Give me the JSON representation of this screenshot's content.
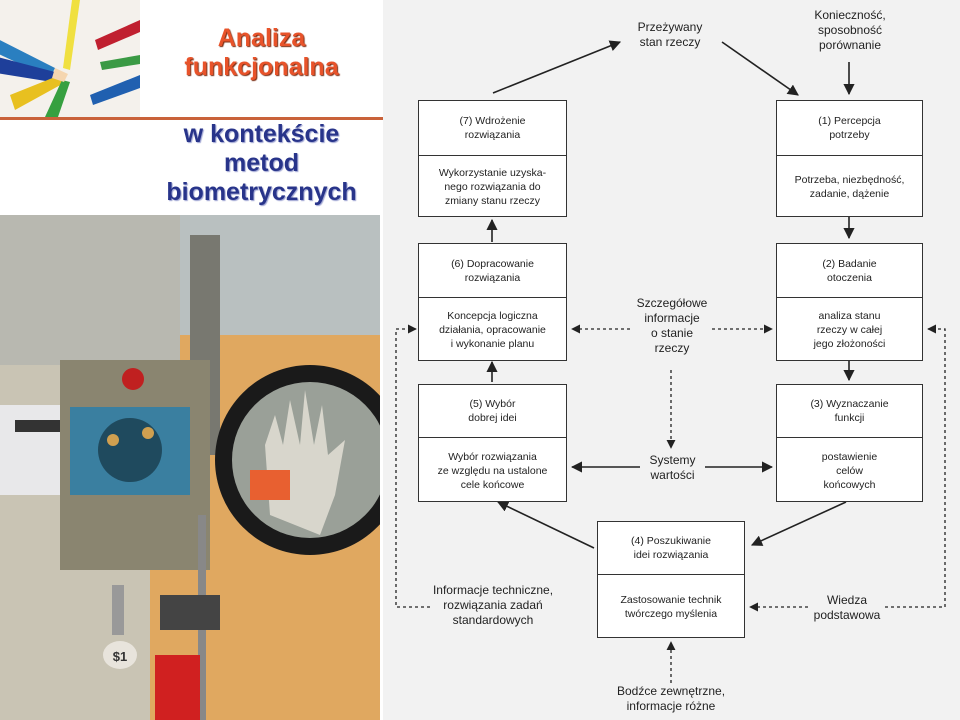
{
  "slide": {
    "title_line1": "Analiza\nfunkcjonalna",
    "title_line2": "w kontekście\nmetod\nbiometrycznych",
    "photo_card_number": "$1"
  },
  "diagram": {
    "boxes": [
      {
        "id": "b1",
        "header": "(1) Percepcja\npotrzeby",
        "body": "Potrzeba, niezbędność,\nzadanie, dążenie"
      },
      {
        "id": "b2",
        "header": "(2) Badanie\notoczenia",
        "body": "analiza stanu\nrzeczy w całej\njego złożoności"
      },
      {
        "id": "b3",
        "header": "(3) Wyznaczanie\nfunkcji",
        "body": "postawienie\ncelów\nkońcowych"
      },
      {
        "id": "b4",
        "header": "(4) Poszukiwanie\nidei rozwiązania",
        "body": "Zastosowanie technik\ntwórczego myślenia"
      },
      {
        "id": "b5",
        "header": "(5) Wybór\ndobrej idei",
        "body": "Wybór rozwiązania\nze względu na ustalone\ncele końcowe"
      },
      {
        "id": "b6",
        "header": "(6) Dopracowanie\nrozwiązania",
        "body": "Koncepcja logiczna\ndziałania, opracowanie\ni wykonanie planu"
      },
      {
        "id": "b7",
        "header": "(7) Wdrożenie\nrozwiązania",
        "body": "Wykorzystanie uzyska-\nnego rozwiązania do\nzmiany stanu rzeczy"
      }
    ],
    "labels": {
      "state_experienced": "Przeżywany\nstan rzeczy",
      "necessity": "Konieczność,\nsposobność\nporównanie",
      "detailed_info": "Szczegółowe\ninformacje\no stanie\nrzeczy",
      "value_systems": "Systemy\nwartości",
      "technical_info": "Informacje techniczne,\nrozwiązania zadań\nstandardowych",
      "basic_knowledge": "Wiedza\npodstawowa",
      "external_stimuli": "Bodźce zewnętrzne,\ninformacje różne"
    }
  }
}
